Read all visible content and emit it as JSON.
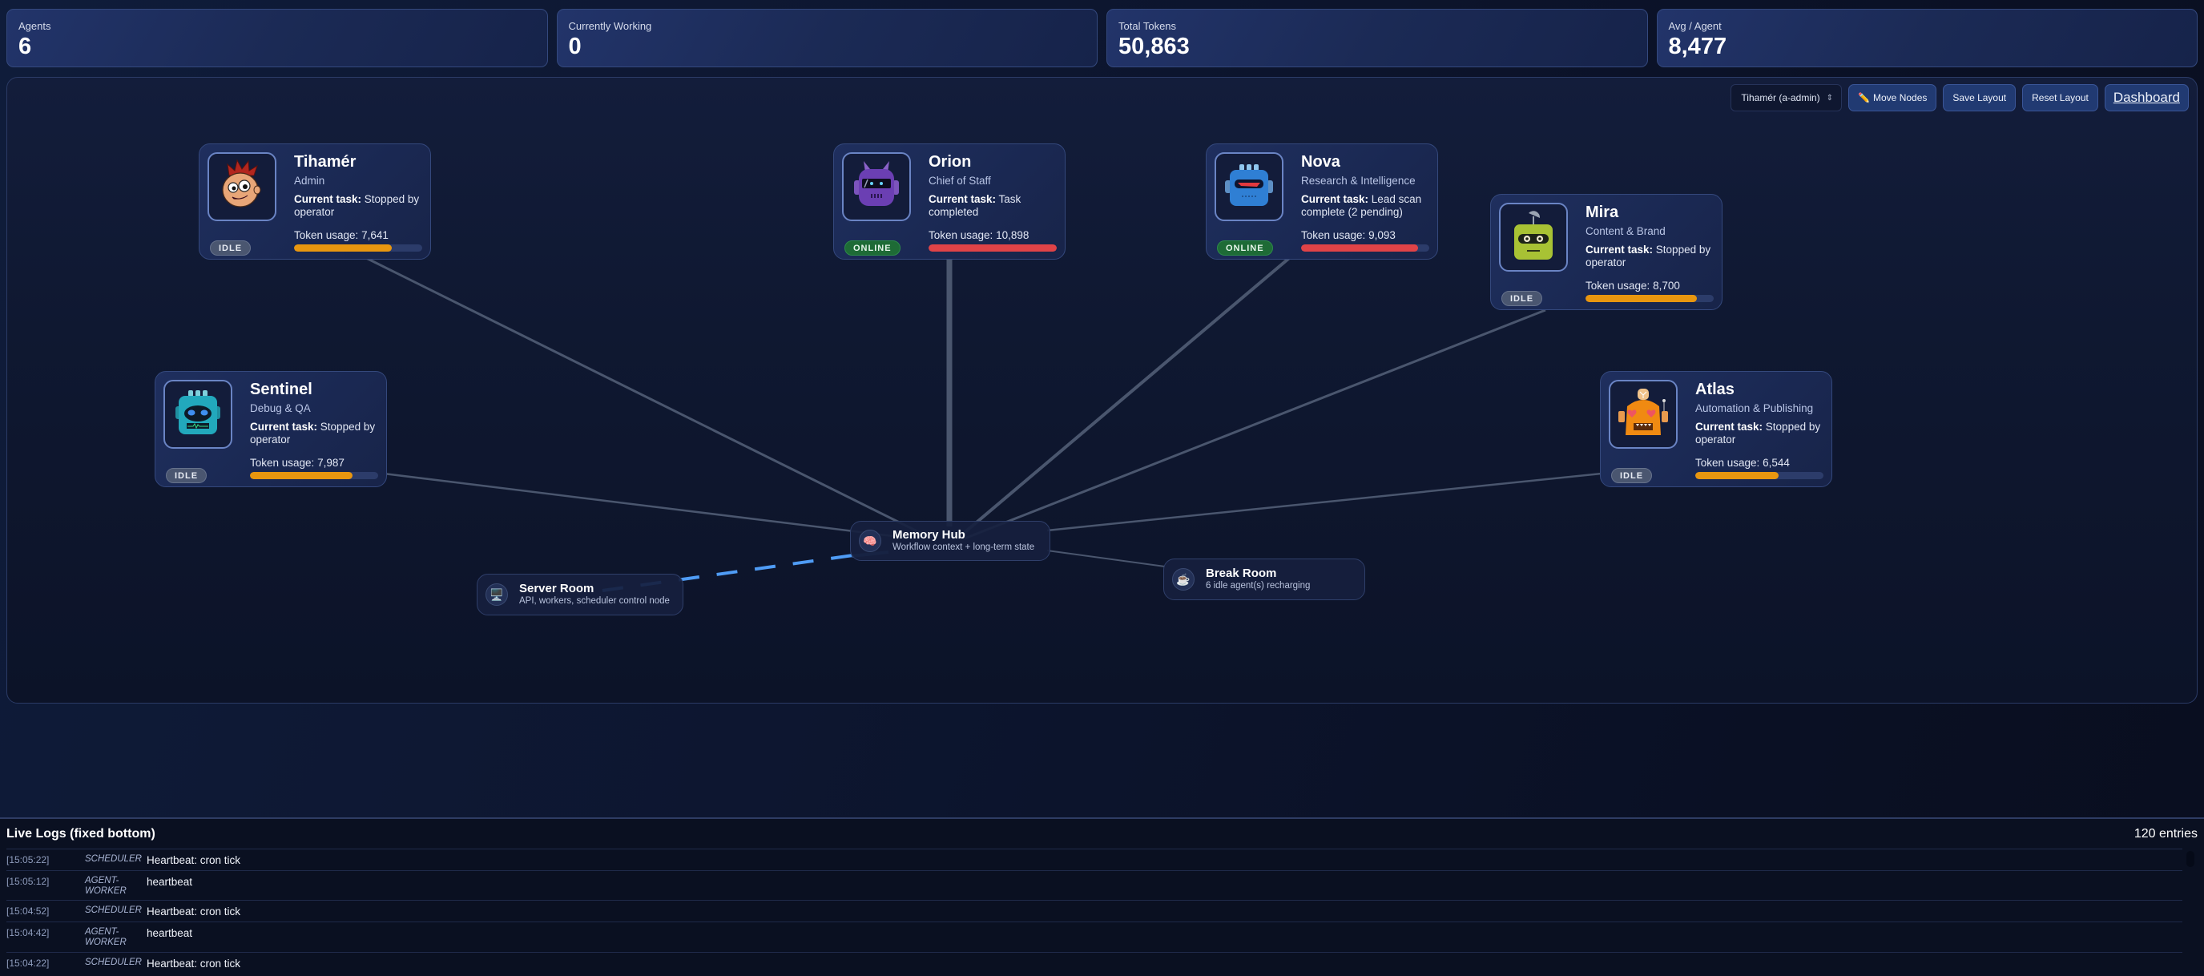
{
  "stats": [
    {
      "label": "Agents",
      "value": "6"
    },
    {
      "label": "Currently Working",
      "value": "0"
    },
    {
      "label": "Total Tokens",
      "value": "50,863"
    },
    {
      "label": "Avg / Agent",
      "value": "8,477"
    }
  ],
  "toolbar": {
    "user_select": "Tihamér (a-admin)",
    "move_nodes_icon": "✏️",
    "move_nodes": "Move Nodes",
    "save_layout": "Save Layout",
    "reset_layout": "Reset Layout",
    "dashboard": "Dashboard"
  },
  "colors": {
    "token_orange": "#e8960f",
    "token_red": "#e04347",
    "online_green": "#1e6b36",
    "idle_gray": "#4a5670",
    "dashed_link": "#4f9cf5"
  },
  "agents": [
    {
      "name": "Tihamér",
      "role": "Admin",
      "task_label": "Current task:",
      "task": "Stopped by operator",
      "token_label": "Token usage:",
      "tokens": "7,641",
      "pct": 76,
      "status": "IDLE",
      "avatar": "cartoon-boy-avatar"
    },
    {
      "name": "Orion",
      "role": "Chief of Staff",
      "task_label": "Current task:",
      "task": "Task completed",
      "token_label": "Token usage:",
      "tokens": "10,898",
      "pct": 100,
      "status": "ONLINE",
      "avatar": "purple-robot-avatar"
    },
    {
      "name": "Nova",
      "role": "Research & Intelligence",
      "task_label": "Current task:",
      "task": "Lead scan complete (2 pending)",
      "token_label": "Token usage:",
      "tokens": "9,093",
      "pct": 91,
      "status": "ONLINE",
      "avatar": "blue-robot-avatar"
    },
    {
      "name": "Mira",
      "role": "Content & Brand",
      "task_label": "Current task:",
      "task": "Stopped by operator",
      "token_label": "Token usage:",
      "tokens": "8,700",
      "pct": 87,
      "status": "IDLE",
      "avatar": "green-robot-avatar"
    },
    {
      "name": "Sentinel",
      "role": "Debug & QA",
      "task_label": "Current task:",
      "task": "Stopped by operator",
      "token_label": "Token usage:",
      "tokens": "7,987",
      "pct": 80,
      "status": "IDLE",
      "avatar": "teal-robot-avatar"
    },
    {
      "name": "Atlas",
      "role": "Automation & Publishing",
      "task_label": "Current task:",
      "task": "Stopped by operator",
      "token_label": "Token usage:",
      "tokens": "6,544",
      "pct": 65,
      "status": "IDLE",
      "avatar": "orange-robot-avatar"
    }
  ],
  "hubs": {
    "memory": {
      "title": "Memory Hub",
      "subtitle": "Workflow context + long-term state",
      "icon": "🧠"
    },
    "server": {
      "title": "Server Room",
      "subtitle": "API, workers, scheduler control node",
      "icon": "🖥️"
    },
    "break": {
      "title": "Break Room",
      "subtitle": "6 idle agent(s) recharging",
      "icon": "☕"
    }
  },
  "logs": {
    "title": "Live Logs (fixed bottom)",
    "count": "120 entries",
    "rows": [
      {
        "time": "[15:05:22]",
        "source": "SCHEDULER",
        "message": "Heartbeat: cron tick"
      },
      {
        "time": "[15:05:12]",
        "source": "AGENT-WORKER",
        "message": "heartbeat"
      },
      {
        "time": "[15:04:52]",
        "source": "SCHEDULER",
        "message": "Heartbeat: cron tick"
      },
      {
        "time": "[15:04:42]",
        "source": "AGENT-WORKER",
        "message": "heartbeat"
      },
      {
        "time": "[15:04:22]",
        "source": "SCHEDULER",
        "message": "Heartbeat: cron tick"
      }
    ]
  }
}
